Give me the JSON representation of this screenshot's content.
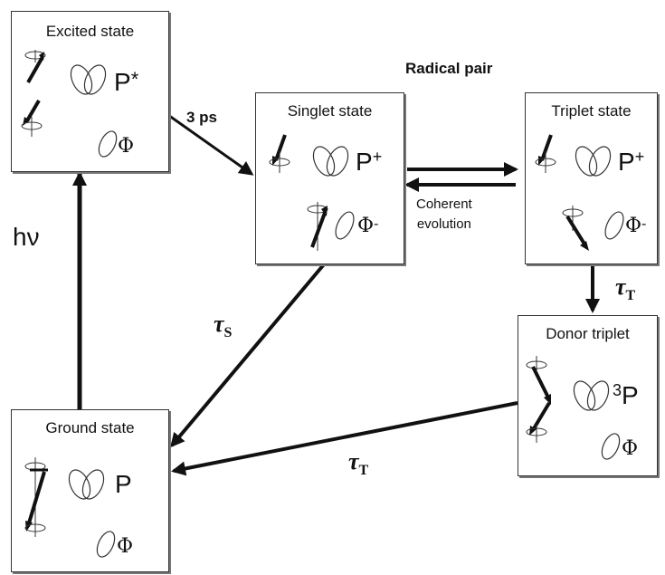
{
  "states": {
    "excited": {
      "title": "Excited state",
      "molecule": "P",
      "molecule_sup": "*",
      "partner": "Φ"
    },
    "singlet": {
      "title": "Singlet state",
      "molecule": "P",
      "molecule_sup": "+",
      "partner": "Φ",
      "partner_sup": "-"
    },
    "triplet": {
      "title": "Triplet state",
      "molecule": "P",
      "molecule_sup": "+",
      "partner": "Φ",
      "partner_sup": "-"
    },
    "donor_triplet": {
      "title": "Donor triplet",
      "molecule_pre": "3",
      "molecule": "P",
      "partner": "Φ"
    },
    "ground": {
      "title": "Ground state",
      "molecule": "P",
      "partner": "Φ"
    }
  },
  "labels": {
    "radical_pair": "Radical pair",
    "three_ps": "3 ps",
    "h_nu": "hν",
    "coherent_line1": "Coherent",
    "coherent_line2": "evolution",
    "tau_s": "τ",
    "tau_s_sub": "S",
    "tau_t1": "τ",
    "tau_t1_sub": "T",
    "tau_t2": "τ",
    "tau_t2_sub": "T"
  }
}
